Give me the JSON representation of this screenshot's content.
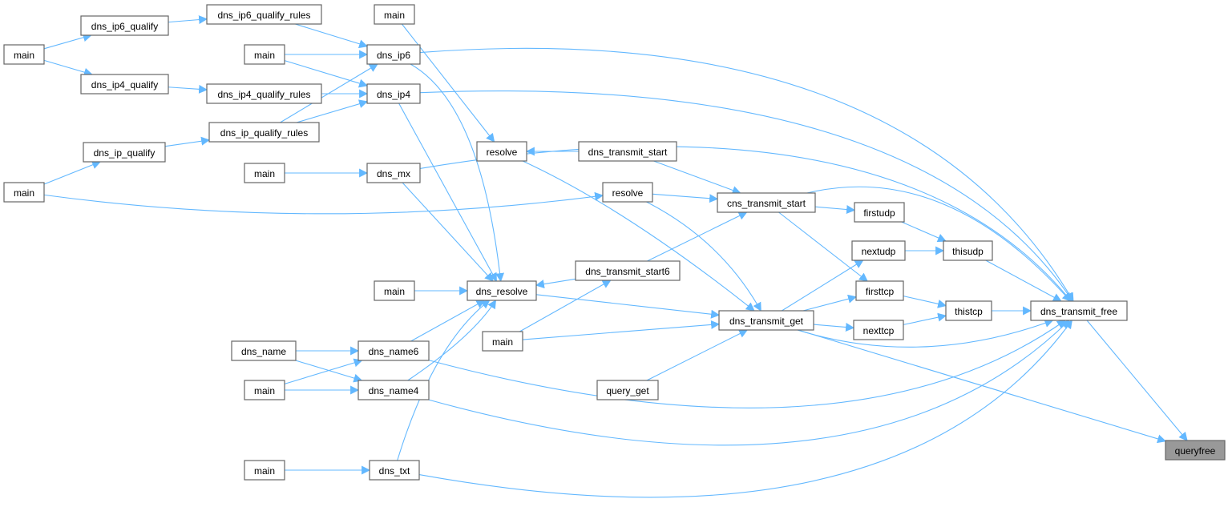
{
  "graph": {
    "title": "queryfree caller graph",
    "highlight_node": "queryfree",
    "edge_color": "#63b8ff",
    "nodes": [
      {
        "id": "main_a",
        "label": "main"
      },
      {
        "id": "dns_ip6_qualify",
        "label": "dns_ip6_qualify"
      },
      {
        "id": "dns_ip6_qualify_rules",
        "label": "dns_ip6_qualify_rules"
      },
      {
        "id": "main_b",
        "label": "main"
      },
      {
        "id": "dns_ip6",
        "label": "dns_ip6"
      },
      {
        "id": "main_c",
        "label": "main"
      },
      {
        "id": "dns_ip4_qualify",
        "label": "dns_ip4_qualify"
      },
      {
        "id": "dns_ip4_qualify_rules",
        "label": "dns_ip4_qualify_rules"
      },
      {
        "id": "dns_ip4",
        "label": "dns_ip4"
      },
      {
        "id": "dns_ip_qualify_rules",
        "label": "dns_ip_qualify_rules"
      },
      {
        "id": "dns_ip_qualify",
        "label": "dns_ip_qualify"
      },
      {
        "id": "main_d",
        "label": "main"
      },
      {
        "id": "resolve_a",
        "label": "resolve"
      },
      {
        "id": "dns_transmit_start",
        "label": "dns_transmit_start"
      },
      {
        "id": "main_e",
        "label": "main"
      },
      {
        "id": "dns_mx",
        "label": "dns_mx"
      },
      {
        "id": "resolve_b",
        "label": "resolve"
      },
      {
        "id": "cns_transmit_start",
        "label": "cns_transmit_start"
      },
      {
        "id": "firstudp",
        "label": "firstudp"
      },
      {
        "id": "nextudp",
        "label": "nextudp"
      },
      {
        "id": "thisudp",
        "label": "thisudp"
      },
      {
        "id": "dns_transmit_start6",
        "label": "dns_transmit_start6"
      },
      {
        "id": "main_f",
        "label": "main"
      },
      {
        "id": "dns_resolve",
        "label": "dns_resolve"
      },
      {
        "id": "firsttcp",
        "label": "firsttcp"
      },
      {
        "id": "thistcp",
        "label": "thistcp"
      },
      {
        "id": "dns_transmit_free",
        "label": "dns_transmit_free"
      },
      {
        "id": "dns_transmit_get",
        "label": "dns_transmit_get"
      },
      {
        "id": "nexttcp",
        "label": "nexttcp"
      },
      {
        "id": "main_g",
        "label": "main"
      },
      {
        "id": "dns_name",
        "label": "dns_name"
      },
      {
        "id": "dns_name6",
        "label": "dns_name6"
      },
      {
        "id": "main_h",
        "label": "main"
      },
      {
        "id": "dns_name4",
        "label": "dns_name4"
      },
      {
        "id": "query_get",
        "label": "query_get"
      },
      {
        "id": "queryfree",
        "label": "queryfree"
      },
      {
        "id": "main_i",
        "label": "main"
      },
      {
        "id": "dns_txt",
        "label": "dns_txt"
      }
    ],
    "edges": [
      [
        "main_a",
        "dns_ip6_qualify"
      ],
      [
        "main_a",
        "dns_ip4_qualify"
      ],
      [
        "dns_ip6_qualify",
        "dns_ip6_qualify_rules"
      ],
      [
        "dns_ip6_qualify_rules",
        "dns_ip6"
      ],
      [
        "main_c",
        "dns_ip6"
      ],
      [
        "main_c",
        "dns_ip4"
      ],
      [
        "dns_ip4_qualify",
        "dns_ip4_qualify_rules"
      ],
      [
        "dns_ip4_qualify_rules",
        "dns_ip4"
      ],
      [
        "dns_ip_qualify_rules",
        "dns_ip6"
      ],
      [
        "dns_ip_qualify_rules",
        "dns_ip4"
      ],
      [
        "dns_ip_qualify",
        "dns_ip_qualify_rules"
      ],
      [
        "main_d",
        "dns_ip_qualify"
      ],
      [
        "main_d",
        "resolve_b"
      ],
      [
        "main_b",
        "resolve_a"
      ],
      [
        "dns_transmit_start",
        "resolve_a"
      ],
      [
        "main_e",
        "dns_mx"
      ],
      [
        "dns_ip6",
        "dns_resolve"
      ],
      [
        "dns_ip4",
        "dns_resolve"
      ],
      [
        "dns_mx",
        "dns_resolve"
      ],
      [
        "main_f",
        "dns_resolve"
      ],
      [
        "dns_name6",
        "dns_resolve"
      ],
      [
        "dns_name4",
        "dns_resolve"
      ],
      [
        "dns_txt",
        "dns_resolve"
      ],
      [
        "dns_transmit_start6",
        "dns_resolve"
      ],
      [
        "dns_name",
        "dns_name6"
      ],
      [
        "dns_name",
        "dns_name4"
      ],
      [
        "main_h",
        "dns_name6"
      ],
      [
        "main_h",
        "dns_name4"
      ],
      [
        "main_i",
        "dns_txt"
      ],
      [
        "dns_transmit_start",
        "cns_transmit_start"
      ],
      [
        "resolve_b",
        "cns_transmit_start"
      ],
      [
        "dns_transmit_start6",
        "cns_transmit_start"
      ],
      [
        "cns_transmit_start",
        "firstudp"
      ],
      [
        "cns_transmit_start",
        "firsttcp"
      ],
      [
        "firstudp",
        "thisudp"
      ],
      [
        "nextudp",
        "thisudp"
      ],
      [
        "thisudp",
        "dns_transmit_free"
      ],
      [
        "firsttcp",
        "thistcp"
      ],
      [
        "nexttcp",
        "thistcp"
      ],
      [
        "thistcp",
        "dns_transmit_free"
      ],
      [
        "dns_transmit_get",
        "nextudp"
      ],
      [
        "dns_transmit_get",
        "firsttcp"
      ],
      [
        "dns_transmit_get",
        "nexttcp"
      ],
      [
        "dns_transmit_get",
        "dns_transmit_free"
      ],
      [
        "dns_transmit_get",
        "queryfree"
      ],
      [
        "dns_transmit_free",
        "queryfree"
      ],
      [
        "resolve_a",
        "dns_transmit_get"
      ],
      [
        "resolve_b",
        "dns_transmit_get"
      ],
      [
        "dns_resolve",
        "dns_transmit_get"
      ],
      [
        "main_g",
        "dns_transmit_get"
      ],
      [
        "main_g",
        "dns_transmit_start6"
      ],
      [
        "query_get",
        "dns_transmit_get"
      ],
      [
        "dns_ip6",
        "dns_transmit_free"
      ],
      [
        "dns_ip4",
        "dns_transmit_free"
      ],
      [
        "dns_mx",
        "dns_transmit_free"
      ],
      [
        "cns_transmit_start",
        "dns_transmit_free"
      ],
      [
        "dns_name6",
        "dns_transmit_free"
      ],
      [
        "dns_name4",
        "dns_transmit_free"
      ],
      [
        "dns_txt",
        "dns_transmit_free"
      ]
    ]
  }
}
